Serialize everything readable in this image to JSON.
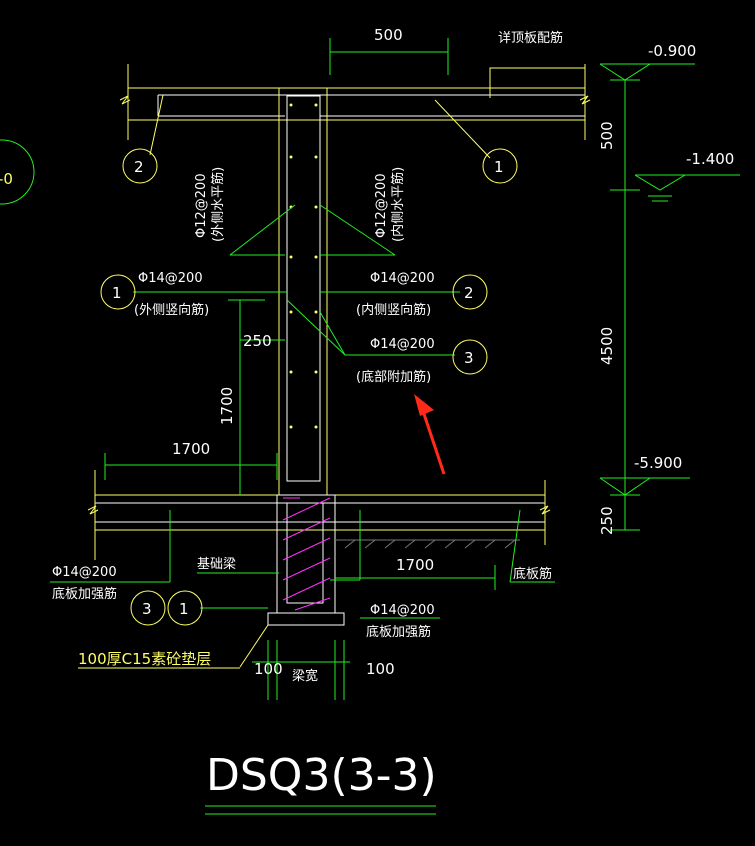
{
  "drawing": {
    "title": "DSQ3(3-3)",
    "left_edge_label": "-0",
    "dims": {
      "top_500": "500",
      "right_500": "500",
      "right_4500": "4500",
      "right_250": "250",
      "left_1700_vertical": "1700",
      "left_250": "250",
      "left_1700_horizontal": "1700",
      "bottom_1700": "1700",
      "bottom_100_left": "100",
      "bottom_100_right": "100",
      "beam_width": "梁宽"
    },
    "elevations": {
      "top": "-0.900",
      "mid": "-1.400",
      "bottom": "-5.900"
    },
    "labels": {
      "top_slab_rebar": "详顶板配筋",
      "left_vertical_spec": "Φ12@200",
      "left_vertical_desc": "(外侧水平筋)",
      "right_vertical_spec": "Φ12@200",
      "right_vertical_desc": "(内侧水平筋)",
      "outer_vertical_spec": "Φ14@200",
      "outer_vertical_desc": "(外侧竖向筋)",
      "inner_vertical_spec": "Φ14@200",
      "inner_vertical_desc": "(内侧竖向筋)",
      "bottom_extra_spec": "Φ14@200",
      "bottom_extra_desc": "(底部附加筋)",
      "left_bottom_spec": "Φ14@200",
      "left_bottom_desc": "底板加强筋",
      "foundation_beam": "基础梁",
      "cushion": "100厚C15素砼垫层",
      "right_bottom_spec": "Φ14@200",
      "right_bottom_desc": "底板加强筋",
      "base_rebar": "底板筋"
    },
    "markers": {
      "m1_top": "1",
      "m2_top": "2",
      "m1_left": "1",
      "m2_right": "2",
      "m3_right": "3",
      "m3_bottom": "3",
      "m1_bottom": "1"
    }
  },
  "colors": {
    "background": "#000000",
    "line": "#ffffff",
    "annotation": "#ffff66",
    "leader": "#22ee22",
    "hatch": "#ff33ff",
    "arrow": "#ff2a1a"
  }
}
